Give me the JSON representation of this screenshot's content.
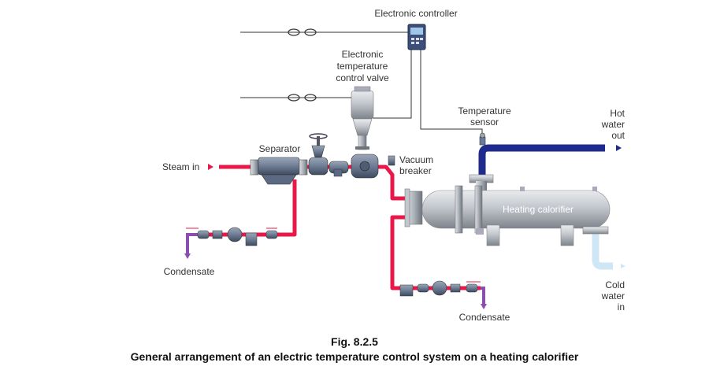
{
  "labels": {
    "electronic_controller": "Electronic controller",
    "valve_line1": "Electronic",
    "valve_line2": "temperature",
    "valve_line3": "control valve",
    "temp_sensor_line1": "Temperature",
    "temp_sensor_line2": "sensor",
    "hot_water_line1": "Hot",
    "hot_water_line2": "water",
    "hot_water_line3": "out",
    "separator": "Separator",
    "vacuum_line1": "Vacuum",
    "vacuum_line2": "breaker",
    "steam_in": "Steam in",
    "heating_calorifier": "Heating calorifier",
    "condensate_left": "Condensate",
    "condensate_right": "Condensate",
    "cold_water_line1": "Cold",
    "cold_water_line2": "water",
    "cold_water_line3": "in"
  },
  "caption": {
    "number": "Fig. 8.2.5",
    "title": "General arrangement of an electric temperature control system on a heating calorifier"
  },
  "colors": {
    "steam": "#e8184a",
    "condensate": "#8c4fb0",
    "hot_water": "#1f2a8c",
    "cold_water": "#cfe6f7",
    "vessel": "#b8bcc3",
    "signal_line": "#333333"
  }
}
